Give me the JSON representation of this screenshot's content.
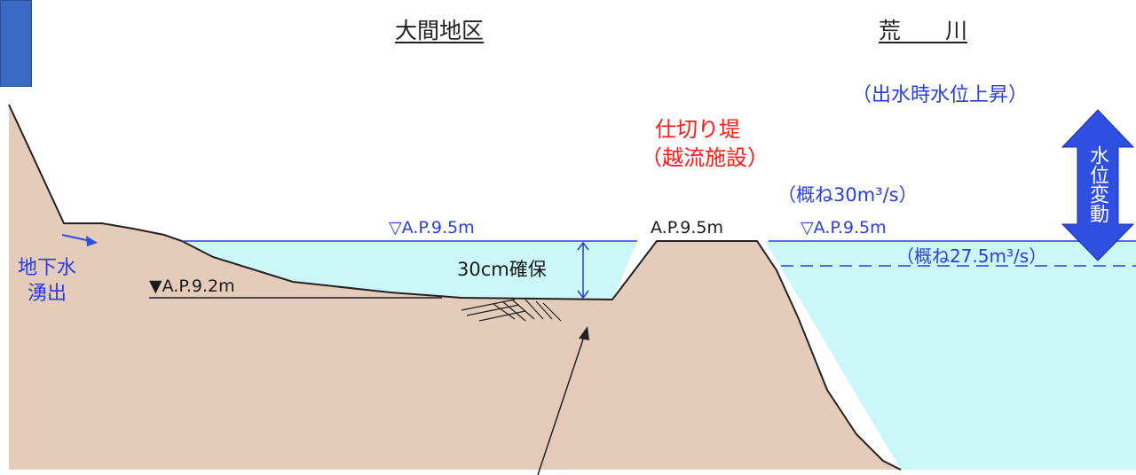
{
  "header": {
    "district_title": "大間地区",
    "river_title": "荒　　川"
  },
  "annotations": {
    "flood_rise": "（出水時水位上昇）",
    "partition_levee_line1": "仕切り堤",
    "partition_levee_line2": "（越流施設）",
    "flow_30": "（概ね30m³/s）",
    "flow_27_5": "（概ね27.5m³/s）",
    "water_level_change": "水位変動",
    "groundwater_line1": "地下水",
    "groundwater_line2": "湧出",
    "ap_left": "▽A.P.9.5m",
    "ap_crest": "A.P.9.5m",
    "ap_right": "▽A.P.9.5m",
    "ap_ground": "▼A.P.9.2m",
    "clearance": "30cm確保"
  },
  "colors": {
    "ground": "#e5cbb9",
    "water": "#ccf7f9",
    "line_blue": "#2a3ee0",
    "arrow_blue": "#2e4fe0",
    "label_red": "#ff1a1a",
    "corner_box": "#3b6ac4"
  }
}
